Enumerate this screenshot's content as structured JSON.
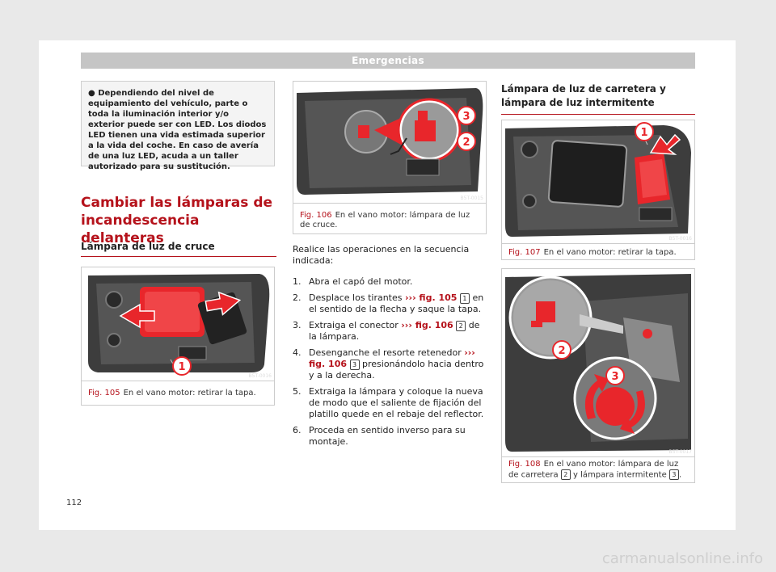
{
  "header": {
    "title": "Emergencias"
  },
  "note": {
    "text": "Dependiendo del nivel de equipamiento del vehículo, parte o toda la iluminación interior y/o exterior puede ser con LED. Los diodos LED tienen una vida estimada superior a la vi­da del coche. En caso de avería de una luz LED, acuda a un taller autorizado para su sus­titución."
  },
  "section": {
    "title": "Cambiar las lámparas de incan­descencia delanteras",
    "sub_left": "Lámpara de luz de cruce",
    "sub_right": "Lámpara de luz de carretera y lámpara de luz intermitente"
  },
  "figs": {
    "f105": {
      "num": "Fig. 105",
      "caption": "En el vano motor: retirar la tapa.",
      "code": "B5T-0016",
      "callout": "1"
    },
    "f106": {
      "num": "Fig. 106",
      "caption": "En el vano motor: lámpara de luz de cruce.",
      "code": "B5T-0015",
      "callout3": "3",
      "callout2": "2"
    },
    "f107": {
      "num": "Fig. 107",
      "caption": "En el vano motor: retirar la tapa.",
      "code": "B5T-0016",
      "callout": "1"
    },
    "f108": {
      "num": "Fig. 108",
      "caption_a": "En el vano motor: lámpara de luz de carretera",
      "caption_b": "y lámpara intermitente",
      "b2": "2",
      "b3": "3",
      "code": "B5T-0017",
      "callout2": "2",
      "callout3": "3",
      "end": "."
    }
  },
  "intro": "Realice las operaciones en la secuencia indi­cada:",
  "steps": [
    {
      "n": "1.",
      "a": "Abra el capó del motor."
    },
    {
      "n": "2.",
      "a": "Desplace los tirantes",
      "link": "››› fig. 105",
      "b": "1",
      "c": "en el sentido de la flecha y saque la tapa."
    },
    {
      "n": "3.",
      "a": "Extraiga el conector",
      "link": "››› fig. 106",
      "b": "2",
      "c": "de la lámpara."
    },
    {
      "n": "4.",
      "a": "Desenganche el resorte retenedor",
      "link": "››› fig. 106",
      "b": "3",
      "c": "presionándolo hacia den­tro y a la derecha."
    },
    {
      "n": "5.",
      "a": "Extraiga la lámpara y coloque la nueva de modo que el saliente de fijación del platillo quede en el rebaje del reflector."
    },
    {
      "n": "6.",
      "a": "Proceda en sentido inverso para su montaje."
    }
  ],
  "page_number": "112",
  "watermark": "carmanualsonline.info",
  "colors": {
    "accent": "#b5121b",
    "part_red": "#e8262b",
    "housing": "#3a3a3a"
  }
}
